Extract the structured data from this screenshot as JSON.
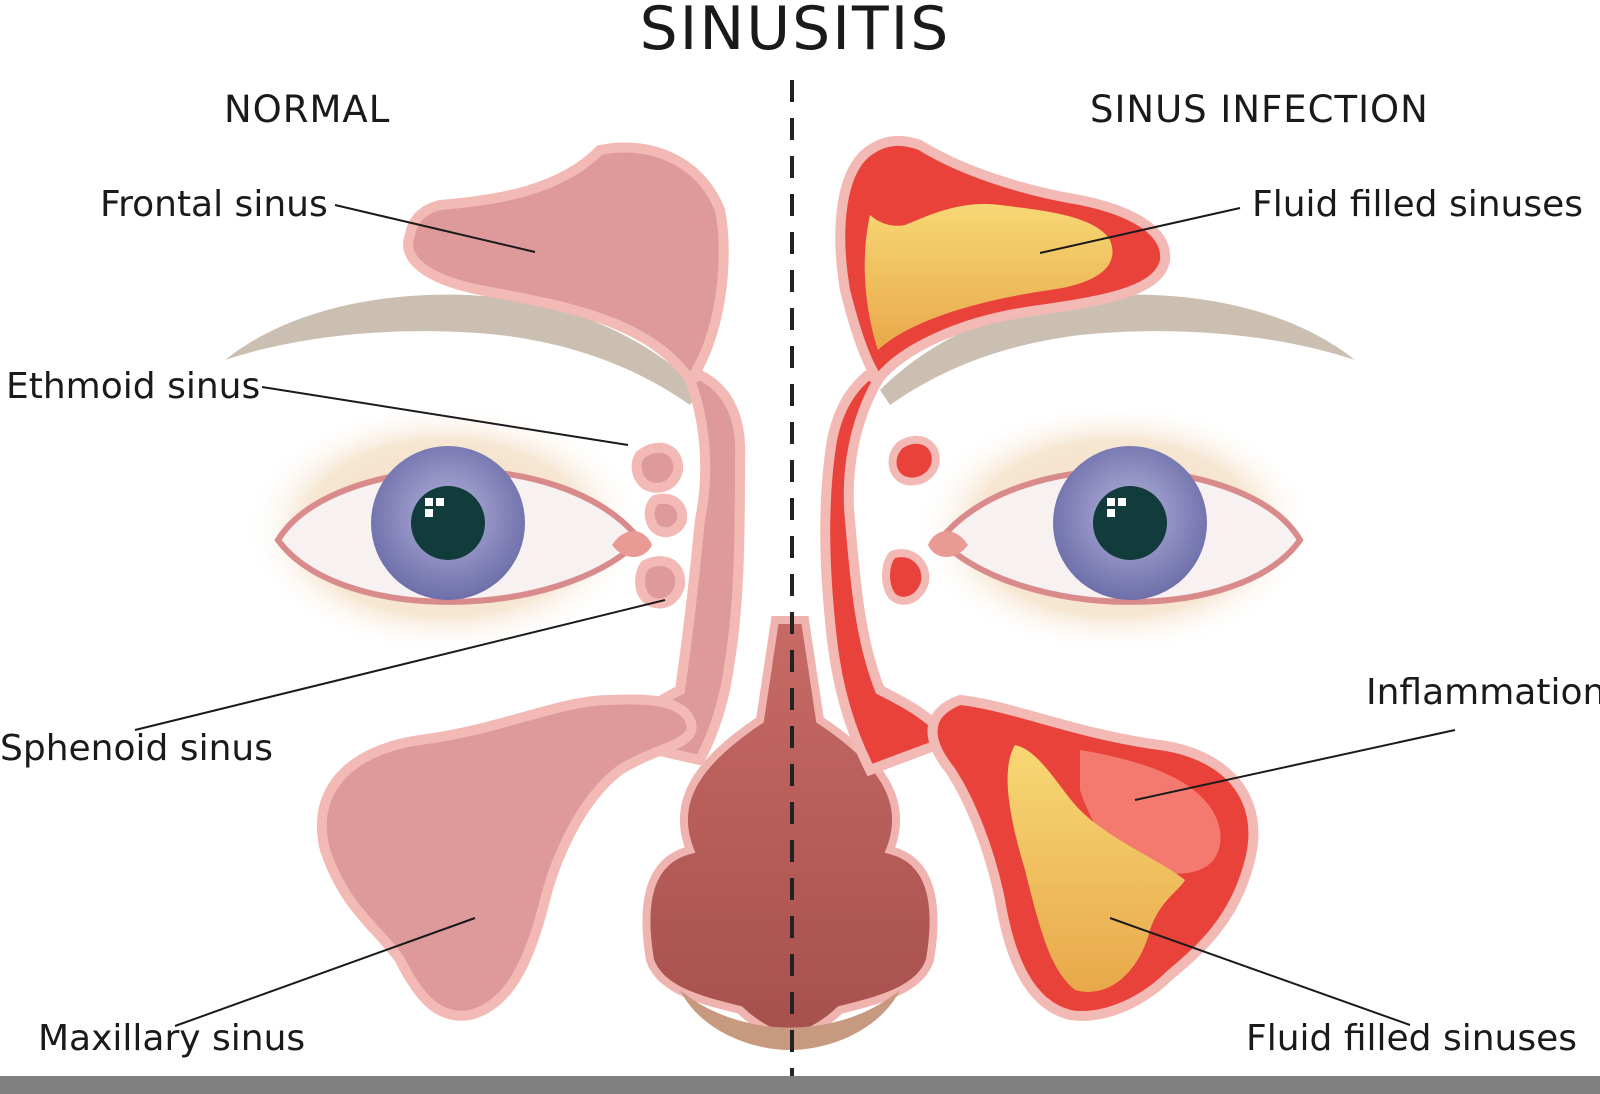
{
  "title": "SINUSITIS",
  "headings": {
    "normal": "NORMAL",
    "infection": "SINUS INFECTION"
  },
  "labels": {
    "frontal": "Frontal sinus",
    "ethmoid": "Ethmoid sinus",
    "sphenoid": "Sphenoid sinus",
    "maxillary": "Maxillary sinus",
    "fluid_top": "Fluid filled sinuses",
    "inflammation": "Inflammation",
    "fluid_bottom": "Fluid filled sinuses"
  },
  "colors": {
    "normal_sinus": "#de9a9a",
    "inflamed_sinus": "#e8423a",
    "fluid": "#f4cf6a",
    "iris": "#8f8fc4",
    "eyebrow": "#c9bfb4",
    "divider": "#222222"
  }
}
